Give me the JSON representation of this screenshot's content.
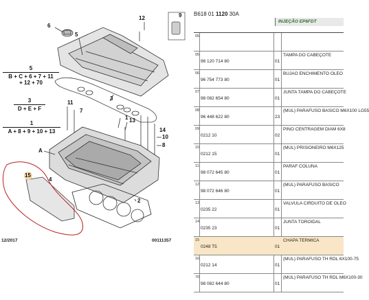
{
  "drawing": {
    "callouts": {
      "c9": "9",
      "c12": "12",
      "c6": "6",
      "c5": "5",
      "c3": "3",
      "c1": "1",
      "c7": "7",
      "c11": "11",
      "c13": "13",
      "c10": "10",
      "c8": "8",
      "c14": "14",
      "cA": "A",
      "c2": "2",
      "c4": "4",
      "c15": "15"
    },
    "formulas": {
      "f5_top": "5",
      "f5_bottom": "B + C + 6 + 7 + 11",
      "f5_bottom2": "+ 12 + 70",
      "f3_top": "3",
      "f3_bottom": "D + E + F",
      "f1_top": "1",
      "f1_bottom": "A + 8 + 9 + 10 + 13"
    },
    "date_stamp": "12/2017",
    "drawing_ref": "00111357"
  },
  "catalog": {
    "code_prefix": "B618 01 ",
    "code_bold": "1120",
    "code_suffix": " 30A",
    "engine": "INJEÇÃO EP6FDT",
    "rows": [
      {
        "pos": "05",
        "ref": "",
        "qty": "",
        "desc": "",
        "hl": false
      },
      {
        "pos": "05",
        "ref": "98 120 714 80",
        "qty": "01",
        "desc": "TAMPA DO CABEÇOTE",
        "hl": false
      },
      {
        "pos": "06",
        "ref": "96 754 773 80",
        "qty": "01",
        "desc": "BUJAO ENCHIMENTO OLEO",
        "hl": false
      },
      {
        "pos": "07",
        "ref": "98 082 654 80",
        "qty": "01",
        "desc": "JUNTA TAMPA DO CABEÇOTE",
        "hl": false
      },
      {
        "pos": "08",
        "ref": "96 448 622 80",
        "qty": "23",
        "desc": "(MUL) PARAFUSO BASICO M6X100 LG55",
        "hl": false
      },
      {
        "pos": "09",
        "ref": "0212 10",
        "qty": "02",
        "desc": "PINO CENTRAGEM DIAM 6X8",
        "hl": false
      },
      {
        "pos": "10",
        "ref": "0212 15",
        "qty": "01",
        "desc": "(MUL) PRISIONEIRO M6X125",
        "hl": false
      },
      {
        "pos": "11",
        "ref": "98 072 645 80",
        "qty": "01",
        "desc": "PARAF COLUNA",
        "hl": false
      },
      {
        "pos": "12",
        "ref": "98 072 646 80",
        "qty": "01",
        "desc": "(MUL) PARAFUSO BASICO",
        "hl": false
      },
      {
        "pos": "13",
        "ref": "0235 22",
        "qty": "01",
        "desc": "VALVULA CIRDUITO DE OLEO",
        "hl": false
      },
      {
        "pos": "14",
        "ref": "0235 23",
        "qty": "01",
        "desc": "JUNTA TOROIDAL",
        "hl": false
      },
      {
        "pos": "15",
        "ref": "0248 T5",
        "qty": "01",
        "desc": "CHAPA TERMICA",
        "hl": true
      },
      {
        "pos": "16",
        "ref": "0212 14",
        "qty": "01",
        "desc": "(MUL) PARAFUSO TH RDL 6X100-75",
        "hl": false
      },
      {
        "pos": "70",
        "ref": "98 082 644 80",
        "qty": "01",
        "desc": "(MUL) PARAFUSO TH RDL M6X100-30",
        "hl": false
      }
    ]
  }
}
